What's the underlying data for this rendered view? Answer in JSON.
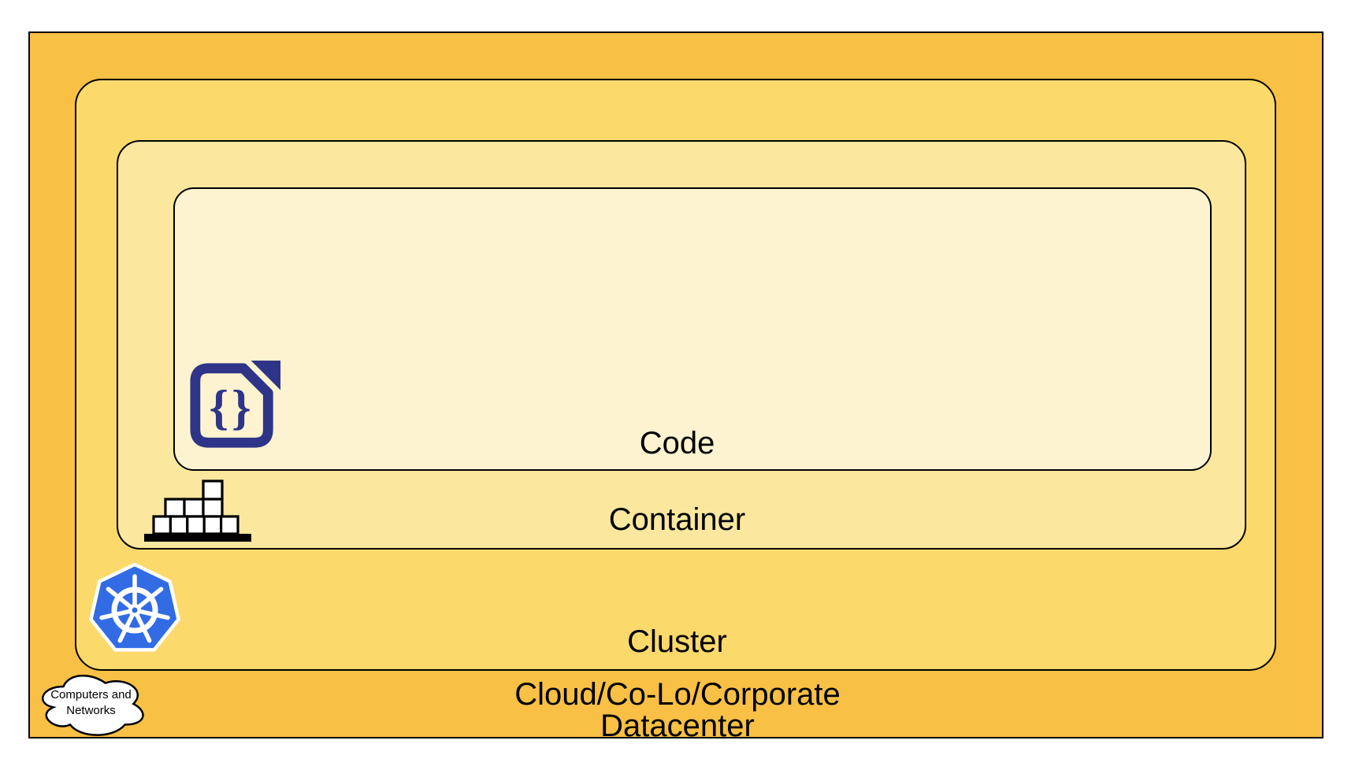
{
  "layers": {
    "datacenter": {
      "label_line1": "Cloud/Co-Lo/Corporate",
      "label_line2": "Datacenter",
      "fill": "#F8C044"
    },
    "cluster": {
      "label": "Cluster",
      "fill": "#FCD96B"
    },
    "container": {
      "label": "Container",
      "fill": "#FBE79E"
    },
    "code": {
      "label": "Code",
      "fill": "#FDF3D0"
    }
  },
  "cloud": {
    "line1": "Computers and",
    "line2": "Networks",
    "fill": "#FFFFFF"
  },
  "icons": {
    "code_file": {
      "name": "code-file-icon",
      "glyph": "{}",
      "color": "#2E3588"
    },
    "container_stack": {
      "name": "container-stack-icon",
      "block_fill": "#FFFFFF",
      "base_color": "#000000"
    },
    "kubernetes": {
      "name": "kubernetes-icon",
      "color": "#326CE5"
    }
  },
  "colors": {
    "border": "#000000",
    "text": "#000000"
  }
}
